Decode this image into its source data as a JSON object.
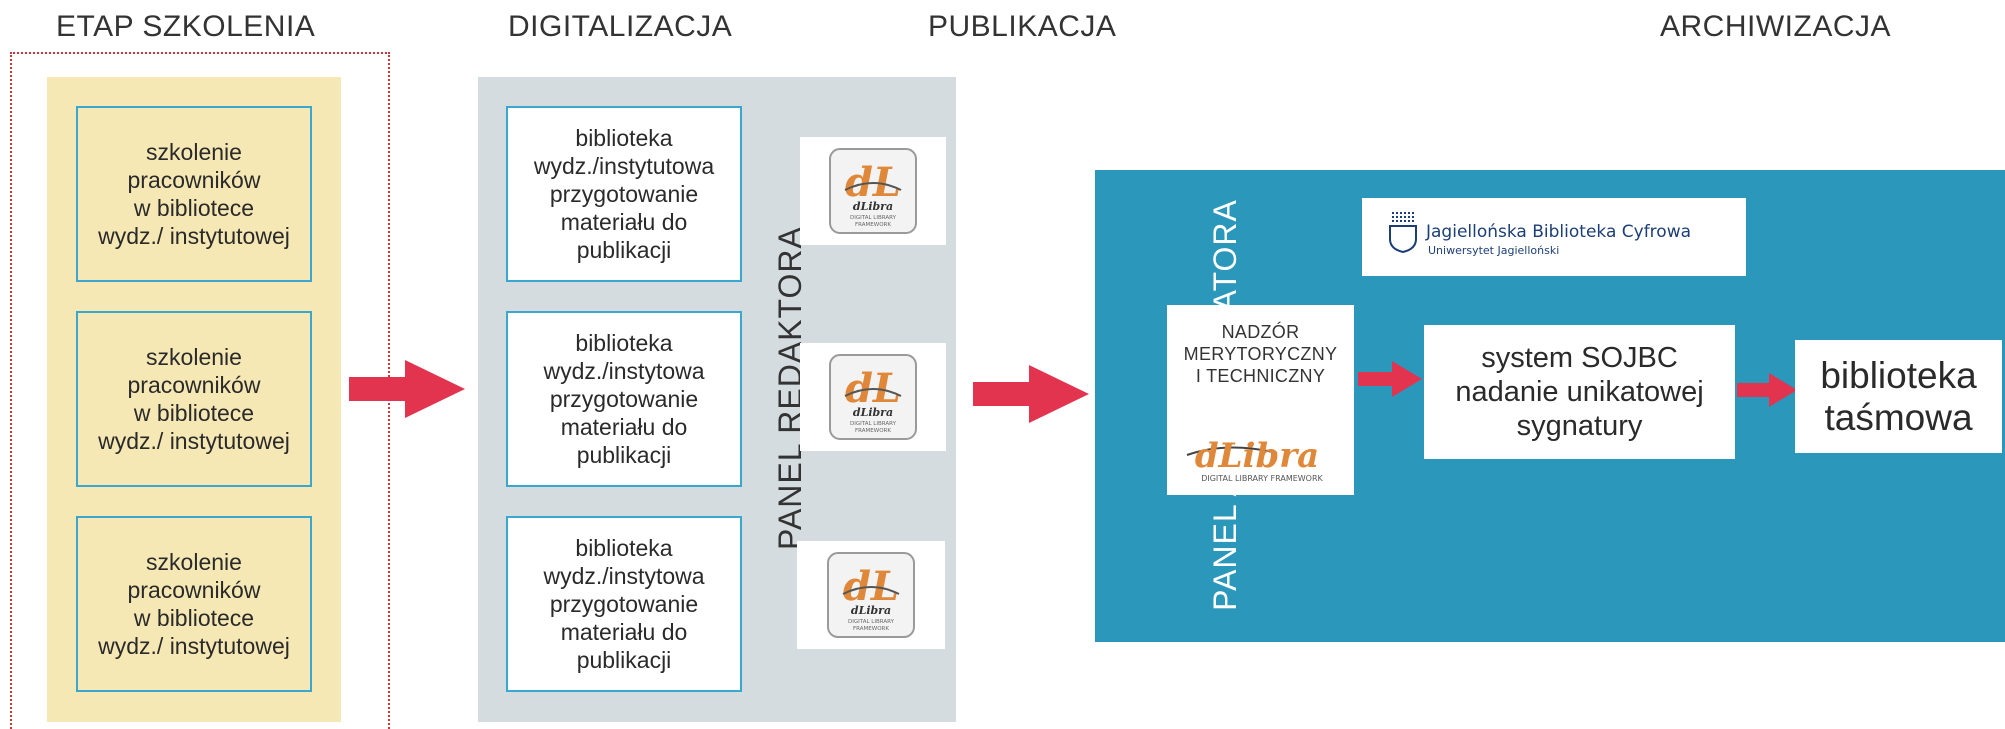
{
  "phases": {
    "training": "ETAP SZKOLENIA",
    "digitization": "DIGITALIZACJA",
    "publication": "PUBLIKACJA",
    "archiving": "ARCHIWIZACJA"
  },
  "training_boxes": [
    {
      "lines": [
        "szkolenie",
        "pracowników",
        "w bibliotece",
        "wydz./ instytutowej"
      ]
    },
    {
      "lines": [
        "szkolenie",
        "pracowników",
        "w bibliotece",
        "wydz./ instytutowej"
      ]
    },
    {
      "lines": [
        "szkolenie",
        "pracowników",
        "w bibliotece",
        "wydz./ instytutowej"
      ]
    }
  ],
  "digital_boxes": [
    {
      "lines": [
        "biblioteka",
        "wydz./instytutowa",
        "przygotowanie",
        "materiału do",
        "publikacji"
      ]
    },
    {
      "lines": [
        "biblioteka",
        "wydz./instytowa",
        "przygotowanie",
        "materiału do",
        "publikacji"
      ]
    },
    {
      "lines": [
        "biblioteka",
        "wydz./instytowa",
        "przygotowanie",
        "materiału do",
        "publikacji"
      ]
    }
  ],
  "panels": {
    "editor": "PANEL REDAKTORA",
    "admin": "PANEL ADMINISTRATORA"
  },
  "dlibra_card": {
    "mark": "dL",
    "name": "dLibra",
    "tag1": "DIGITAL LIBRARY",
    "tag2": "FRAMEWORK"
  },
  "jbc_logo": {
    "title": "Jagiellońska Biblioteka Cyfrowa",
    "subtitle": "Uniwersytet Jagielloński"
  },
  "nadzor": {
    "lines": [
      "NADZÓR",
      "MERYTORYCZNY",
      "I TECHNICZNY"
    ],
    "logo_name": "dLibra",
    "logo_tag": "DIGITAL LIBRARY FRAMEWORK"
  },
  "sojbc": {
    "lines": [
      "system SOJBC",
      "nadanie unikatowej",
      "sygnatury"
    ]
  },
  "tape": {
    "lines": [
      "biblioteka",
      "taśmowa"
    ]
  },
  "colors": {
    "training_bg": "#f6e8b4",
    "digital_bg": "#d5dcdf",
    "admin_bg": "#2a97bb",
    "box_border": "#3aa7cf",
    "arrow": "#e2344f",
    "dlibra_orange": "#e0883a",
    "frame_dotted": "#c9373e"
  }
}
